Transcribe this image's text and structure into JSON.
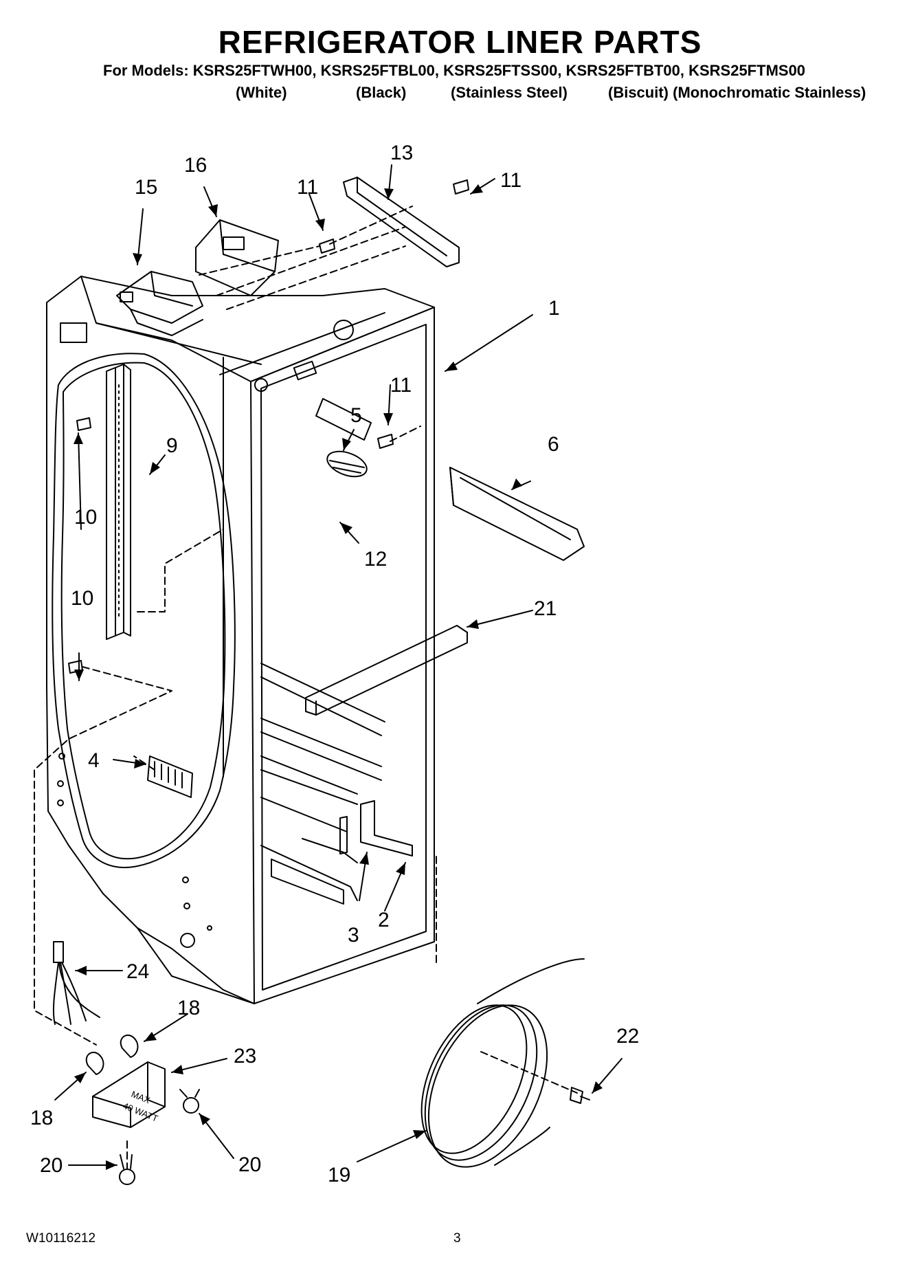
{
  "header": {
    "title": "REFRIGERATOR LINER PARTS",
    "models_line": "For Models: KSRS25FTWH00, KSRS25FTBL00, KSRS25FTSS00, KSRS25FTBT00, KSRS25FTMS00",
    "variants": [
      "(White)",
      "(Black)",
      "(Stainless Steel)",
      "(Biscuit) (Monochromatic Stainless)"
    ]
  },
  "callouts": [
    "1",
    "2",
    "3",
    "4",
    "5",
    "6",
    "9",
    "10",
    "10",
    "11",
    "11",
    "11",
    "12",
    "13",
    "15",
    "16",
    "18",
    "18",
    "19",
    "20",
    "20",
    "21",
    "22",
    "23",
    "24"
  ],
  "labels": {
    "lamp_text_1": "MAX",
    "lamp_text_2": "40 WATT"
  },
  "footer": {
    "doc_number": "W10116212",
    "page_number": "3"
  }
}
